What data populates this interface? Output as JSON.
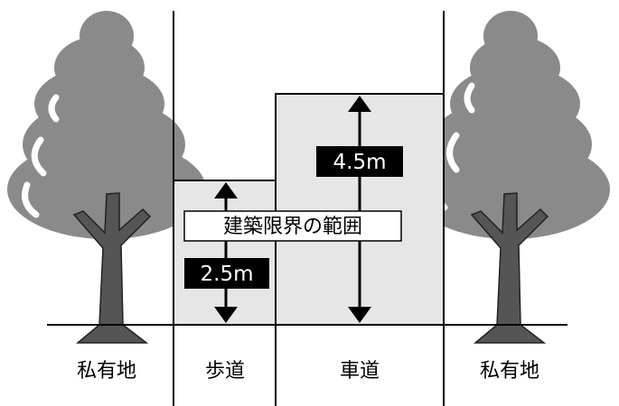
{
  "diagram": {
    "title_box": "建築限界の範囲",
    "sidewalk_height": "2.5m",
    "roadway_height": "4.5m",
    "zones": {
      "private_left": "私有地",
      "sidewalk": "歩道",
      "roadway": "車道",
      "private_right": "私有地"
    }
  },
  "colors": {
    "clearance_fill": "#e6e6e6",
    "tree_foliage": "#8a8a8a",
    "tree_trunk": "#555555",
    "label_box": "#000000"
  }
}
